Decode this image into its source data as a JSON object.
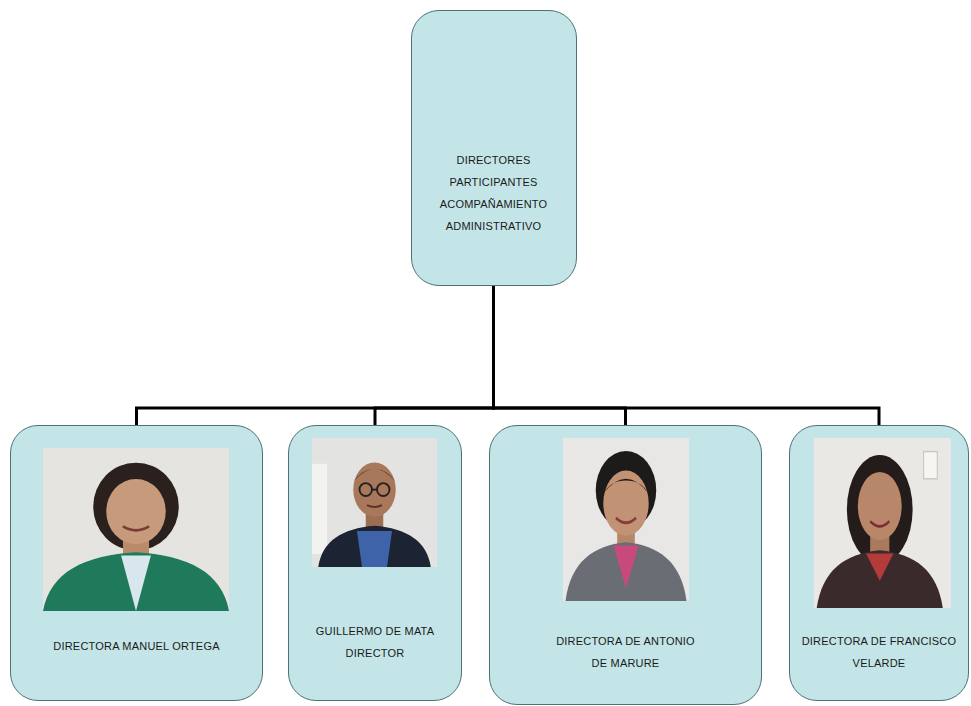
{
  "diagram": {
    "nodes": [
      {
        "text": [
          "DIRECTORES PARTICIPANTES",
          "ACOMPAÑAMIENTO ADMINISTRATIVO"
        ]
      },
      {
        "text": [
          "DIRECTORA MANUEL ORTEGA"
        ]
      },
      {
        "text": [
          "GUILLERMO DE MATA DIRECTOR"
        ]
      },
      {
        "text": [
          "DIRECTORA DE ANTONIO DE MARURE"
        ]
      },
      {
        "text": [
          "DIRECTORA DE FRANCISCO VELARDE"
        ]
      }
    ],
    "edges": [
      {
        "from": 0,
        "to": 1,
        "arrow": "none"
      },
      {
        "from": 0,
        "to": 2,
        "arrow": "none"
      },
      {
        "from": 0,
        "to": 3,
        "arrow": "none"
      },
      {
        "from": 0,
        "to": 4,
        "arrow": "none"
      }
    ]
  }
}
